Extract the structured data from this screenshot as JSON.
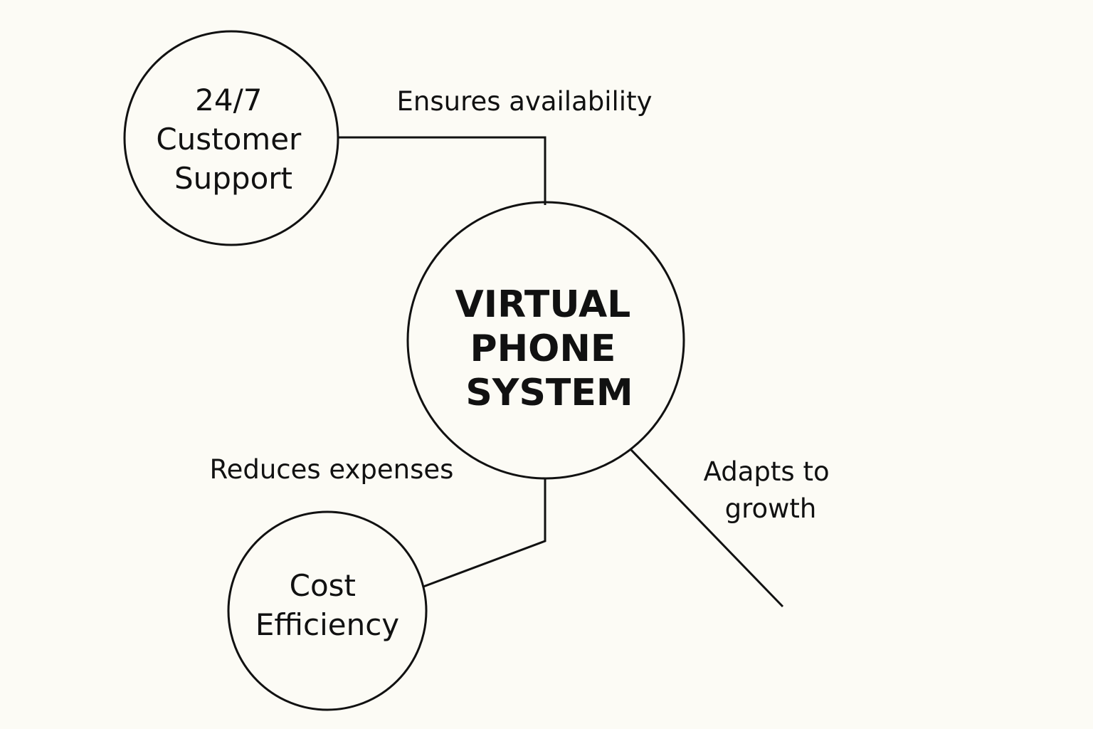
{
  "diagram": {
    "center": {
      "lines": [
        "VIRTUAL",
        "PHONE",
        "SYSTEM"
      ]
    },
    "nodes": {
      "support": {
        "lines": [
          "24/7",
          "Customer",
          "Support"
        ]
      },
      "cost": {
        "lines": [
          "Cost",
          "Efficiency"
        ]
      }
    },
    "edges": {
      "availability": {
        "lines": [
          "Ensures availability"
        ]
      },
      "expenses": {
        "lines": [
          "Reduces expenses"
        ]
      },
      "growth": {
        "lines": [
          "Adapts to",
          "growth"
        ]
      }
    }
  }
}
